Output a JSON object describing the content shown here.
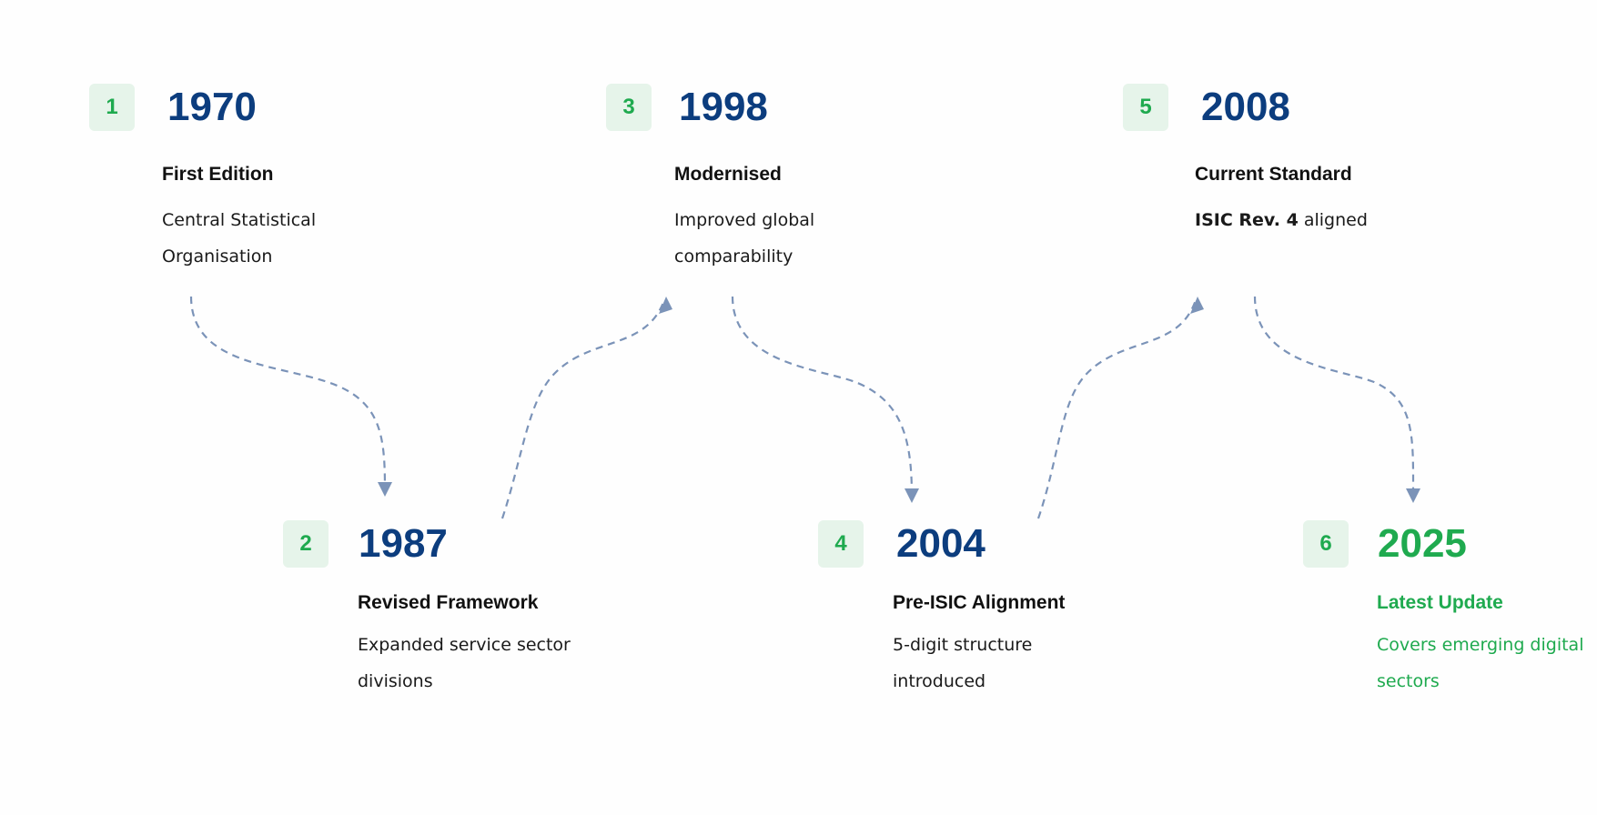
{
  "milestones": [
    {
      "number": "1",
      "year": "1970",
      "title": "First Edition",
      "desc_lines": [
        "Central Statistical",
        "Organisation"
      ]
    },
    {
      "number": "2",
      "year": "1987",
      "title": "Revised Framework",
      "desc_lines": [
        "Expanded service sector",
        "divisions"
      ]
    },
    {
      "number": "3",
      "year": "1998",
      "title": "Modernised",
      "desc_lines": [
        "Improved global",
        "comparability"
      ]
    },
    {
      "number": "4",
      "year": "2004",
      "title": "Pre-ISIC Alignment",
      "desc_lines": [
        "5-digit structure",
        "introduced"
      ]
    },
    {
      "number": "5",
      "year": "2008",
      "title": "Current Standard",
      "desc_strong": "ISIC Rev. 4",
      "desc_rest": " aligned"
    },
    {
      "number": "6",
      "year": "2025",
      "title": "Latest Update",
      "desc_lines": [
        "Covers emerging digital",
        "sectors"
      ]
    }
  ],
  "colors": {
    "year": "#0c3d7e",
    "badge_bg": "#e6f4ea",
    "badge_text": "#1faa4f",
    "highlight": "#1faa4f",
    "connector": "#7b93b8"
  }
}
